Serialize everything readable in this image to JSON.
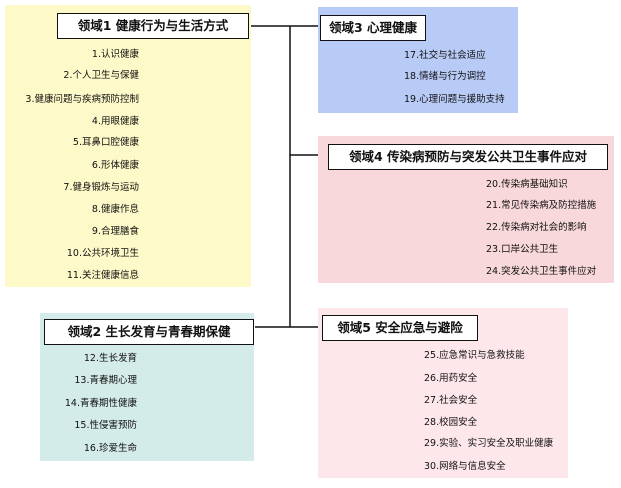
{
  "domains": [
    {
      "title": "领域1 健康行为与生活方式",
      "color": "#fef9c8",
      "items": [
        "1.认识健康",
        "2.个人卫生与保健",
        "3.健康问题与疾病预防控制",
        "4.用眼健康",
        "5.耳鼻口腔健康",
        "6.形体健康",
        "7.健身锻炼与运动",
        "8.健康作息",
        "9.合理膳食",
        "10.公共环境卫生",
        "11.关注健康信息"
      ]
    },
    {
      "title": "领域2 生长发育与青春期保健",
      "color": "#d4ece9",
      "items": [
        "12.生长发育",
        "13.青春期心理",
        "14.青春期性健康",
        "15.性侵害预防",
        "16.珍爱生命"
      ]
    },
    {
      "title": "领域3 心理健康",
      "color": "#b8caf6",
      "items": [
        "17.社交与社会适应",
        "18.情绪与行为调控",
        "19.心理问题与援助支持"
      ]
    },
    {
      "title": "领域4 传染病预防与突发公共卫生事件应对",
      "color": "#f8d8da",
      "items": [
        "20.传染病基础知识",
        "21.常见传染病及防控措施",
        "22.传染病对社会的影响",
        "23.口岸公共卫生",
        "24.突发公共卫生事件应对"
      ]
    },
    {
      "title": "领域5 安全应急与避险",
      "color": "#fde7ea",
      "items": [
        "25.应急常识与急救技能",
        "26.用药安全",
        "27.社会安全",
        "28.校园安全",
        "29.实验、实习安全及职业健康",
        "30.网络与信息安全"
      ]
    }
  ],
  "colors": {
    "line": "#111111"
  }
}
